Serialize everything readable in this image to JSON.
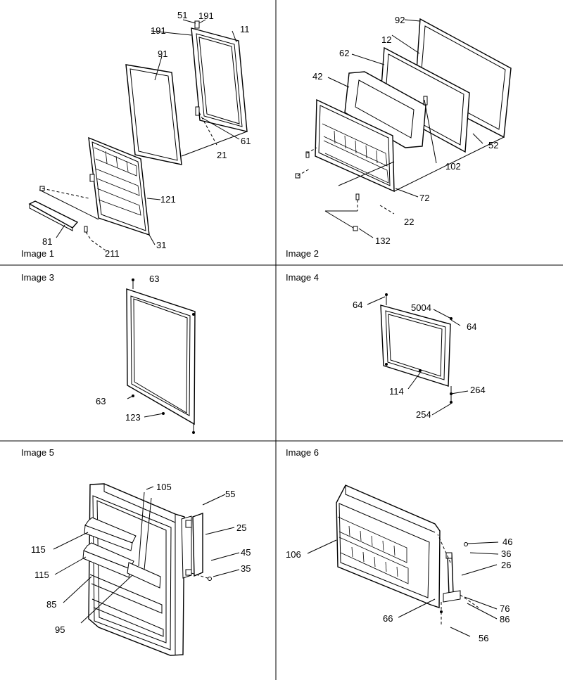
{
  "panels": [
    {
      "title": "Image 1",
      "labels": [
        {
          "id": "51",
          "text": "51"
        },
        {
          "id": "191a",
          "text": "191"
        },
        {
          "id": "191b",
          "text": "191"
        },
        {
          "id": "11",
          "text": "11"
        },
        {
          "id": "91",
          "text": "91"
        },
        {
          "id": "61",
          "text": "61"
        },
        {
          "id": "21",
          "text": "21"
        },
        {
          "id": "121",
          "text": "121"
        },
        {
          "id": "81",
          "text": "81"
        },
        {
          "id": "211",
          "text": "211"
        },
        {
          "id": "31",
          "text": "31"
        }
      ]
    },
    {
      "title": "Image 2",
      "labels": [
        {
          "id": "92",
          "text": "92"
        },
        {
          "id": "12",
          "text": "12"
        },
        {
          "id": "62",
          "text": "62"
        },
        {
          "id": "42",
          "text": "42"
        },
        {
          "id": "52",
          "text": "52"
        },
        {
          "id": "102",
          "text": "102"
        },
        {
          "id": "72",
          "text": "72"
        },
        {
          "id": "22",
          "text": "22"
        },
        {
          "id": "132",
          "text": "132"
        }
      ]
    },
    {
      "title": "Image 3",
      "labels": [
        {
          "id": "63a",
          "text": "63"
        },
        {
          "id": "63b",
          "text": "63"
        },
        {
          "id": "123",
          "text": "123"
        }
      ]
    },
    {
      "title": "Image 4",
      "labels": [
        {
          "id": "64a",
          "text": "64"
        },
        {
          "id": "5004",
          "text": "5004"
        },
        {
          "id": "64b",
          "text": "64"
        },
        {
          "id": "114",
          "text": "114"
        },
        {
          "id": "264",
          "text": "264"
        },
        {
          "id": "254",
          "text": "254"
        }
      ]
    },
    {
      "title": "Image 5",
      "labels": [
        {
          "id": "105",
          "text": "105"
        },
        {
          "id": "55",
          "text": "55"
        },
        {
          "id": "25",
          "text": "25"
        },
        {
          "id": "115a",
          "text": "115"
        },
        {
          "id": "45",
          "text": "45"
        },
        {
          "id": "35",
          "text": "35"
        },
        {
          "id": "115b",
          "text": "115"
        },
        {
          "id": "85",
          "text": "85"
        },
        {
          "id": "95",
          "text": "95"
        }
      ]
    },
    {
      "title": "Image 6",
      "labels": [
        {
          "id": "106",
          "text": "106"
        },
        {
          "id": "46",
          "text": "46"
        },
        {
          "id": "36",
          "text": "36"
        },
        {
          "id": "26",
          "text": "26"
        },
        {
          "id": "76",
          "text": "76"
        },
        {
          "id": "86",
          "text": "86"
        },
        {
          "id": "66",
          "text": "66"
        },
        {
          "id": "56",
          "text": "56"
        }
      ]
    }
  ]
}
